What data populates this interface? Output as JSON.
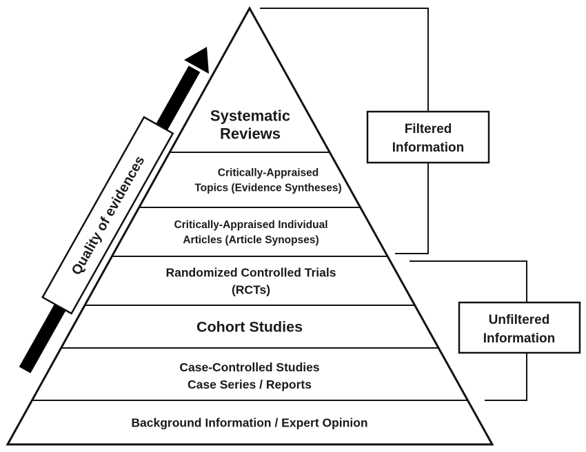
{
  "diagram": {
    "type": "evidence-pyramid",
    "levels": [
      {
        "lines": [
          "Systematic",
          "Reviews"
        ],
        "group": "filtered"
      },
      {
        "lines": [
          "Critically-Appraised",
          "Topics (Evidence Syntheses)"
        ],
        "group": "filtered"
      },
      {
        "lines": [
          "Critically-Appraised  Individual",
          "Articles (Article Synopses)"
        ],
        "group": "filtered"
      },
      {
        "lines": [
          "Randomized Controlled Trials",
          "(RCTs)"
        ],
        "group": "unfiltered"
      },
      {
        "lines": [
          "Cohort Studies"
        ],
        "group": "unfiltered"
      },
      {
        "lines": [
          "Case-Controlled Studies",
          "Case Series / Reports"
        ],
        "group": "unfiltered"
      },
      {
        "lines": [
          "Background Information / Expert Opinion"
        ],
        "group": "none"
      }
    ],
    "arrow_label": "Quality of evidences",
    "filtered_label": [
      "Filtered",
      "Information"
    ],
    "unfiltered_label": [
      "Unfiltered",
      "Information"
    ],
    "colors": {
      "stroke": "#111111",
      "text": "#1a1a1a",
      "background": "#ffffff"
    }
  }
}
